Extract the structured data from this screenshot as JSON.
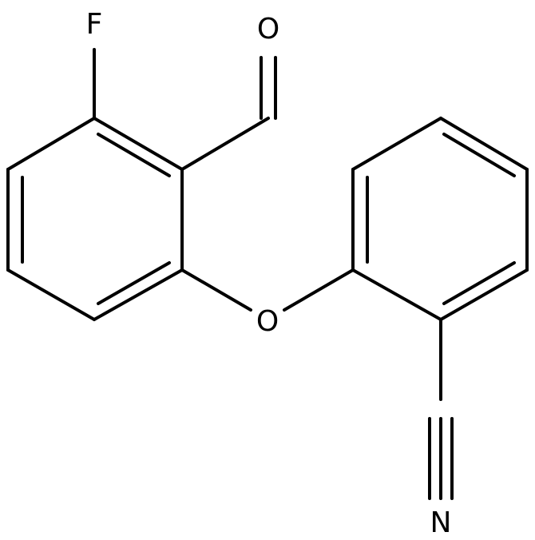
{
  "atoms": {
    "fluorine": "F",
    "aldehyde_oxygen": "O",
    "ether_oxygen": "O",
    "nitrile_nitrogen": "N"
  }
}
